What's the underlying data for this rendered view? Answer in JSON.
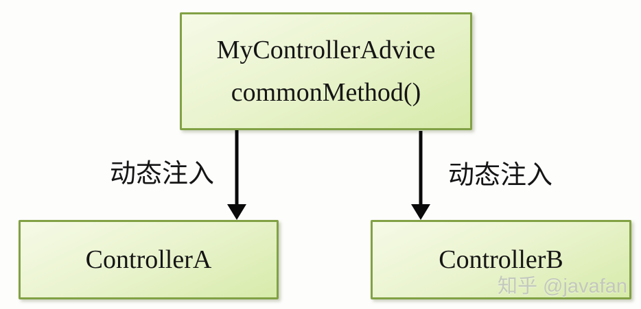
{
  "diagram": {
    "top_box": {
      "title": "MyControllerAdvice",
      "subtitle": "commonMethod()"
    },
    "left_box": {
      "label": "ControllerA"
    },
    "right_box": {
      "label": "ControllerB"
    },
    "edges": {
      "left_label": "动态注入",
      "right_label": "动态注入"
    },
    "watermark": "知乎 @javafan",
    "colors": {
      "box_border": "#81a144",
      "box_fill_top": "#f5fae6",
      "box_fill_bottom": "#d7ebaa",
      "arrow": "#0a0a0a",
      "text": "#151515",
      "watermark": "#c2c6bd"
    }
  }
}
